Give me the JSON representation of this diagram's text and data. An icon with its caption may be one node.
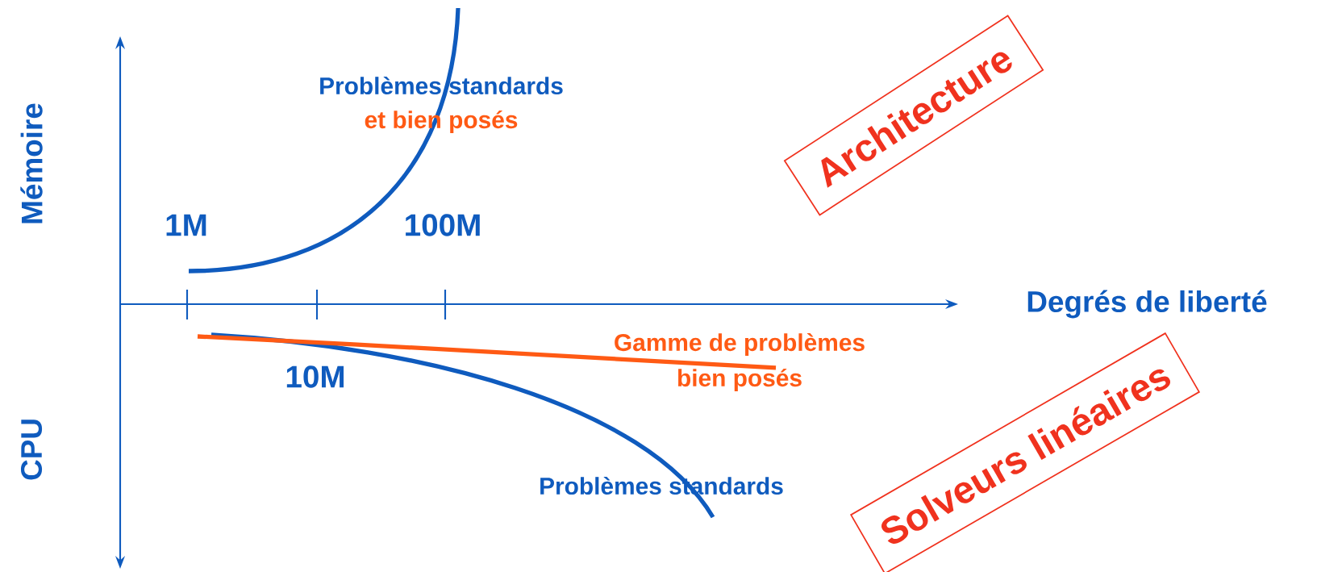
{
  "diagram": {
    "nodes": [
      {
        "text": [
          "Architecture"
        ]
      },
      {
        "text": [
          "Solveurs linéaires"
        ]
      }
    ],
    "labels": [
      "Mémoire",
      "CPU",
      "Problèmes standards",
      "et bien posés",
      "1M",
      "100M",
      "Degrés de liberté",
      "Gamme de problèmes",
      "10M",
      "bien posés",
      "Problèmes standards"
    ]
  }
}
